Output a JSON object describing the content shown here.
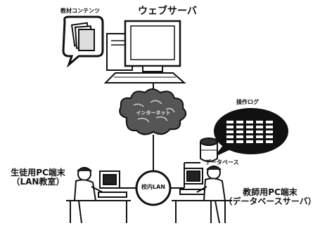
{
  "labels": {
    "content": "教材コンテンツ",
    "web_server": "ウェブサーバ",
    "internet": "インターネット",
    "log": "操作ログ",
    "database": "データベース",
    "lan": "校内LAN",
    "student_pc_line1": "生徒用PC端末",
    "student_pc_line2": "（LAN教室）",
    "teacher_pc_line1": "教師用PC端末",
    "teacher_pc_line2": "（データベースサーバ）"
  },
  "colors": {
    "ink": "#111111",
    "paper": "#ffffff",
    "screen": "#222222",
    "cloud": "#444444"
  },
  "icons": {
    "content_bubble": "document-stack-icon",
    "web_server": "server-computer-icon",
    "internet": "cloud-icon",
    "log_bubble": "log-table-icon",
    "database": "database-cylinder-icon",
    "lan_hub": "lan-hub-icon",
    "student": "student-computer-icon",
    "teacher": "teacher-computer-icon"
  }
}
